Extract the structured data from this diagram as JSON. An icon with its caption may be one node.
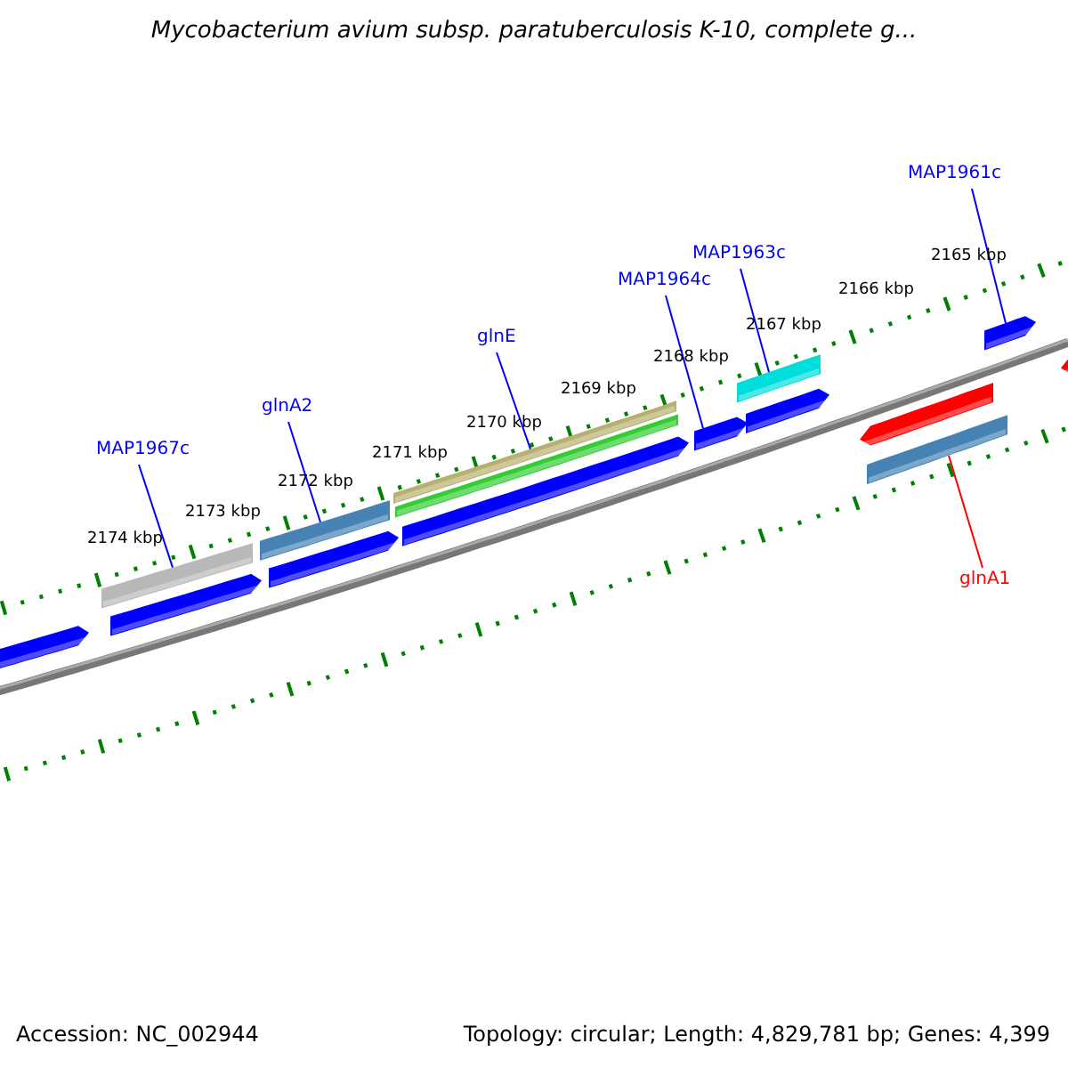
{
  "diagram": {
    "title": "Mycobacterium avium subsp. paratuberculosis K-10, complete g...",
    "nodes": [
      {
        "text": [
          "MAP1961c"
        ]
      },
      {
        "text": [
          "MAP1963c"
        ]
      },
      {
        "text": [
          "MAP1964c"
        ]
      },
      {
        "text": [
          "glnE"
        ]
      },
      {
        "text": [
          "glnA2"
        ]
      },
      {
        "text": [
          "MAP1967c"
        ]
      },
      {
        "text": [
          "glnA1"
        ]
      },
      {
        "text": [],
        "shape": "arrow"
      },
      {
        "text": [],
        "shape": "bar"
      },
      {
        "text": [],
        "shape": "arrow"
      },
      {
        "text": [],
        "shape": "bar"
      },
      {
        "text": [],
        "shape": "bar"
      },
      {
        "text": [],
        "shape": "bar"
      },
      {
        "text": [],
        "shape": "bar"
      }
    ],
    "edges": [
      {
        "from": 0,
        "to": 7,
        "arrow": "none"
      },
      {
        "from": 1,
        "to": 8,
        "arrow": "none"
      },
      {
        "from": 2,
        "to": 9,
        "arrow": "none"
      },
      {
        "from": 3,
        "to": 10,
        "arrow": "none"
      },
      {
        "from": 4,
        "to": 11,
        "arrow": "none"
      },
      {
        "from": 5,
        "to": 12,
        "arrow": "none"
      },
      {
        "from": 6,
        "to": 13,
        "arrow": "none",
        "color": "#ff0000"
      }
    ],
    "labels": [
      "2165 kbp",
      "2166 kbp",
      "2167 kbp",
      "2168 kbp",
      "2169 kbp",
      "2170 kbp",
      "2171 kbp",
      "2172 kbp",
      "2173 kbp",
      "2174 kbp",
      "Accession: NC_002944",
      "Topology: circular; Length: 4,829,781 bp; Genes: 4,399"
    ]
  }
}
